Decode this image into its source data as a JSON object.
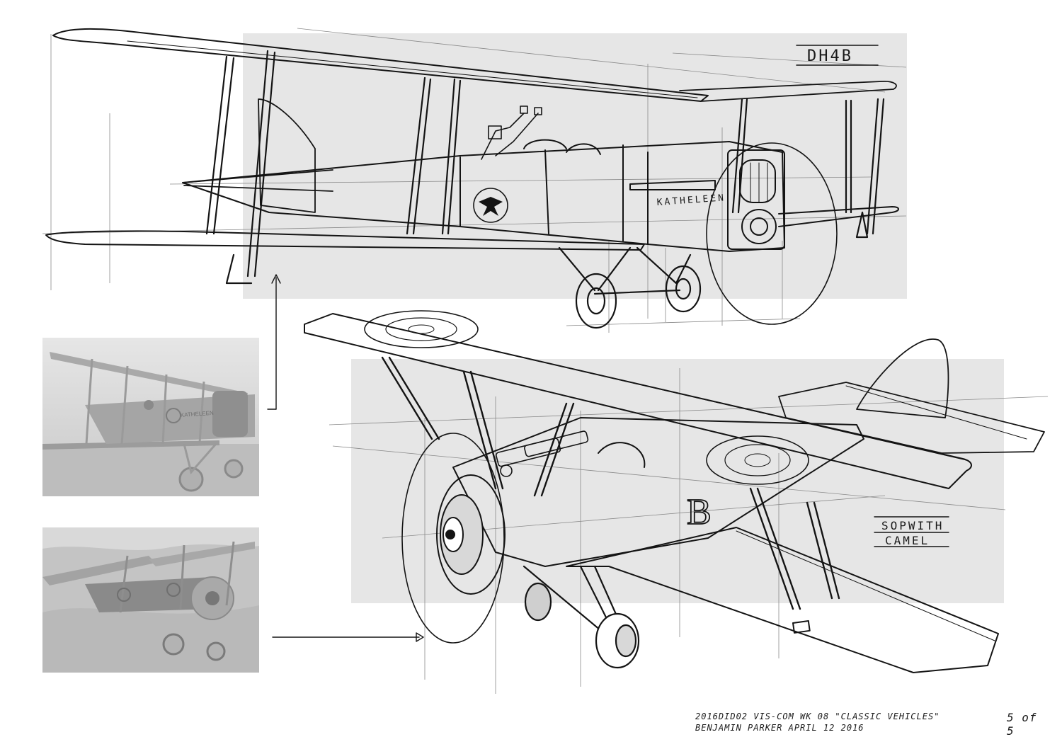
{
  "labels": {
    "top_aircraft": "DH4B",
    "bottom_aircraft_line1": "SOPWITH",
    "bottom_aircraft_line2": "CAMEL",
    "fuselage_name": "KATHELEEN",
    "photo_fuselage_name": "KATHELEEN",
    "roundel_letter": "B"
  },
  "footer": {
    "line1": "2016DID02 VIS-COM  WK 08 \"CLASSIC VEHICLES\"",
    "line2": "BENJAMIN PARKER  APRIL 12 2016",
    "page": "5 of 5"
  },
  "colors": {
    "background": "#ffffff",
    "backdrop_panel": "#e6e6e6",
    "ink": "#141414",
    "photo_tint": "#c9c9c9"
  },
  "icons": [
    "arrow-up-icon",
    "arrow-right-icon",
    "roundel-icon"
  ]
}
